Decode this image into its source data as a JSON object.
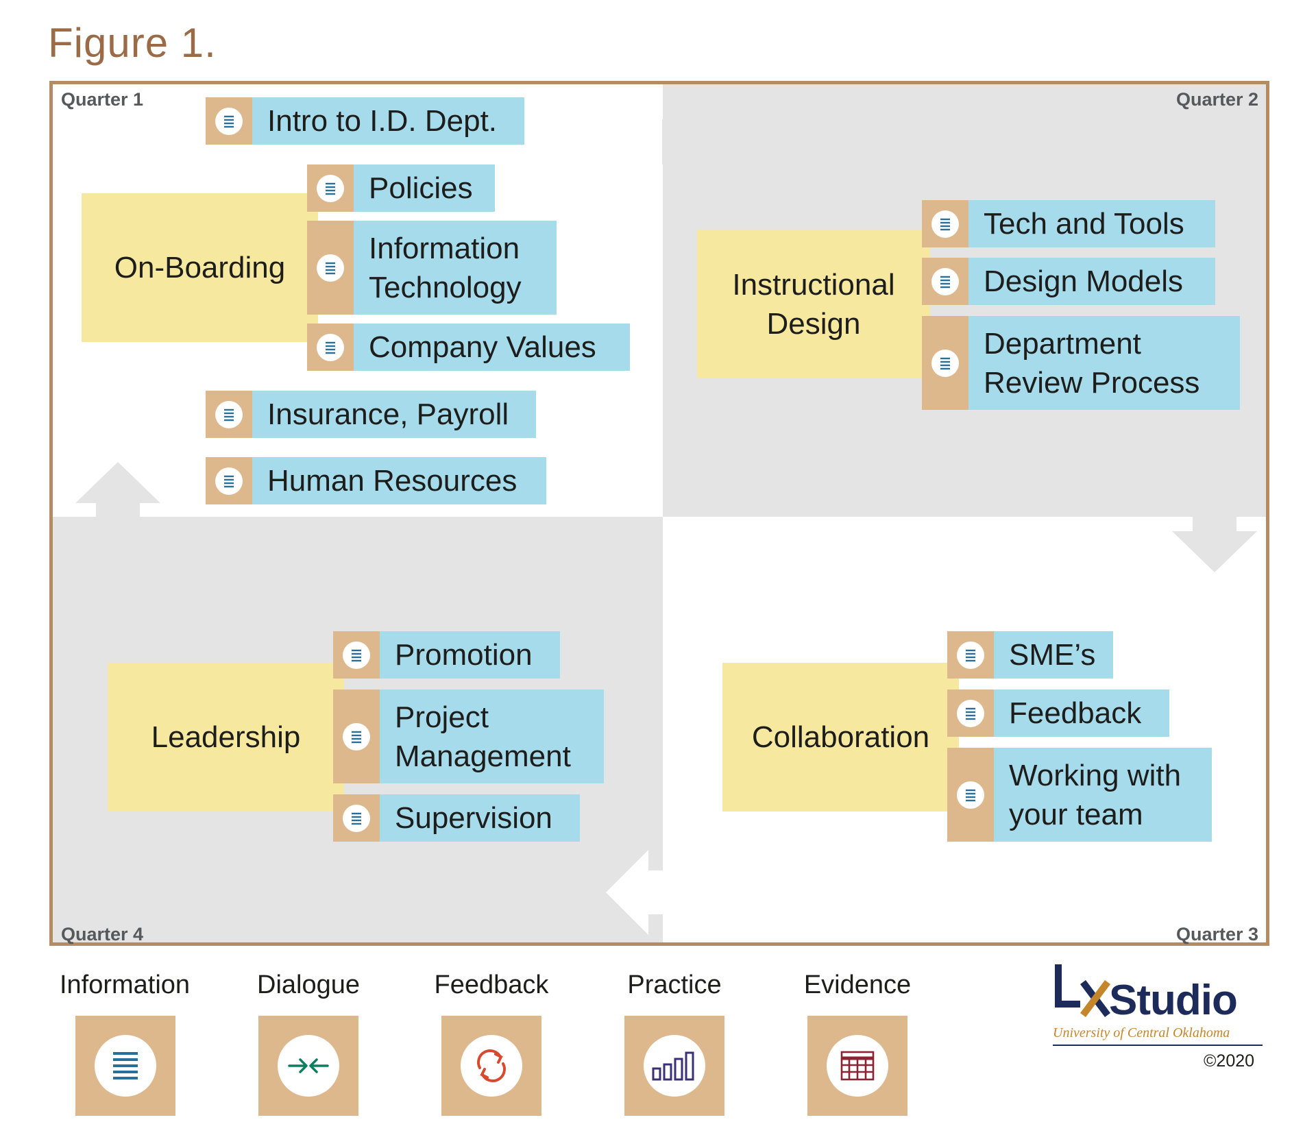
{
  "figure_title": "Figure 1.",
  "quarters": {
    "q1": "Quarter 1",
    "q2": "Quarter 2",
    "q3": "Quarter 3",
    "q4": "Quarter 4"
  },
  "quarter1": {
    "top_item": "Intro to I.D. Dept.",
    "topic": "On-Boarding",
    "items": [
      "Policies",
      "Information Technology",
      "Company Values"
    ],
    "extra_items": [
      "Insurance, Payroll",
      "Human Resources"
    ]
  },
  "quarter2": {
    "topic": "Instructional Design",
    "items": [
      "Tech and Tools",
      "Design Models",
      "Department Review Process"
    ]
  },
  "quarter3": {
    "topic": "Collaboration",
    "items": [
      "SME’s",
      "Feedback",
      "Working with your team"
    ]
  },
  "quarter4": {
    "topic": "Leadership",
    "items": [
      "Promotion",
      "Project Management",
      "Supervision"
    ]
  },
  "legend": [
    {
      "label": "Information",
      "icon": "information-list-icon",
      "color": "#2a6f97"
    },
    {
      "label": "Dialogue",
      "icon": "dialogue-arrows-icon",
      "color": "#0b7f5f"
    },
    {
      "label": "Feedback",
      "icon": "feedback-cycle-icon",
      "color": "#d8492e"
    },
    {
      "label": "Practice",
      "icon": "practice-bars-icon",
      "color": "#3a2f7a"
    },
    {
      "label": "Evidence",
      "icon": "evidence-calendar-icon",
      "color": "#8c2332"
    }
  ],
  "logo": {
    "brand": "Studio",
    "subtitle": "University of Central Oklahoma",
    "copyright": "©2020"
  },
  "colors": {
    "frame": "#b58b63",
    "quadrant_grey": "#e3e4e3",
    "topic_yellow": "#f7e8a0",
    "item_blue": "#a6dbeb",
    "tab_tan": "#deb88d",
    "title_brown": "#9a6b46"
  }
}
